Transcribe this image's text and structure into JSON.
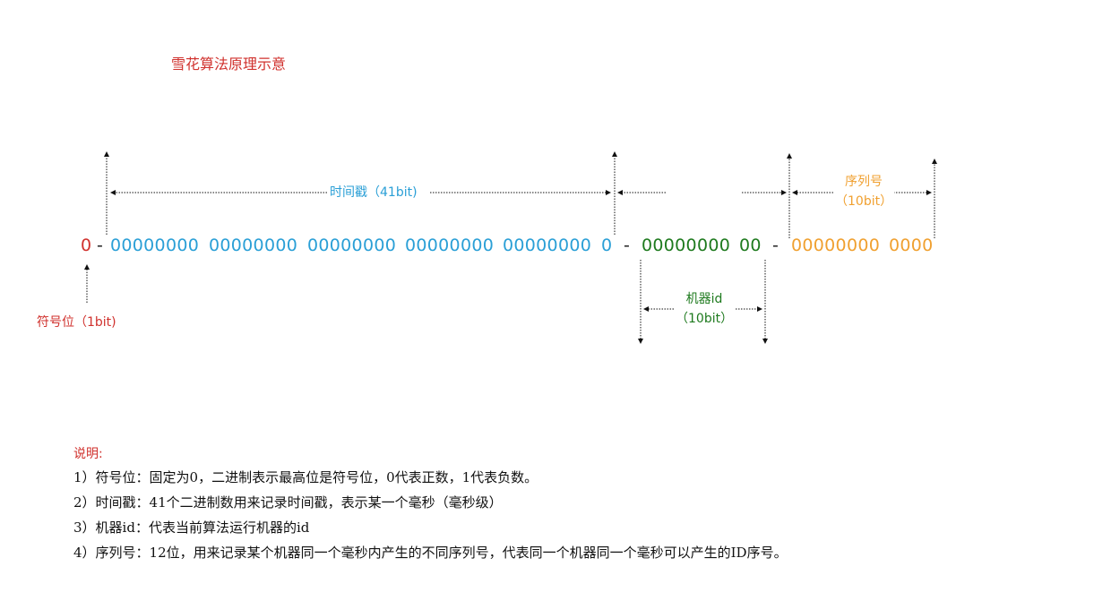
{
  "title": "雪花算法原理示意",
  "bits": {
    "sign": "0",
    "sep": "-",
    "timestamp_groups": [
      "00000000",
      "00000000",
      "00000000",
      "00000000",
      "00000000",
      "0"
    ],
    "machine_groups": [
      "00000000",
      "00"
    ],
    "sequence_groups": [
      "00000000",
      "0000"
    ]
  },
  "labels": {
    "timestamp": "时间戳（41bit)",
    "sign": "符号位（1bit)",
    "machine_line1": "机器id",
    "machine_line2": "（10bit）",
    "sequence_line1": "序列号",
    "sequence_line2": "（10bit）"
  },
  "notes": {
    "title": "说明:",
    "items": [
      "1）符号位：固定为0，二进制表示最高位是符号位，0代表正数，1代表负数。",
      "2）时间戳：41个二进制数用来记录时间戳，表示某一个毫秒（毫秒级）",
      "3）机器id：代表当前算法运行机器的id",
      "4）序列号：12位，用来记录某个机器同一个毫秒内产生的不同序列号，代表同一个机器同一个毫秒可以产生的ID序号。"
    ]
  },
  "colors": {
    "sign": "#d0312d",
    "timestamp": "#2a9fd6",
    "machine": "#1e7a1e",
    "sequence": "#f0a030"
  }
}
